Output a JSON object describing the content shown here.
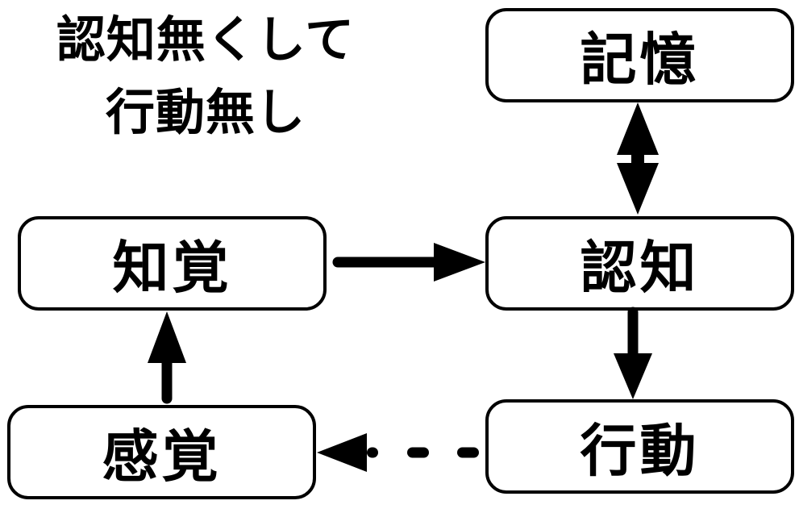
{
  "title": {
    "line1": "認知無くして",
    "line2": "行動無し"
  },
  "nodes": {
    "memory": "記憶",
    "perception": "知覚",
    "cognition": "認知",
    "sensation": "感覚",
    "action": "行動"
  },
  "edges": [
    {
      "from": "memory",
      "to": "cognition",
      "style": "solid",
      "bidirectional": true
    },
    {
      "from": "perception",
      "to": "cognition",
      "style": "solid",
      "bidirectional": false
    },
    {
      "from": "cognition",
      "to": "action",
      "style": "solid",
      "bidirectional": false
    },
    {
      "from": "action",
      "to": "sensation",
      "style": "dashed",
      "bidirectional": false
    },
    {
      "from": "sensation",
      "to": "perception",
      "style": "solid",
      "bidirectional": false
    }
  ],
  "colors": {
    "stroke": "#000000",
    "fill": "#ffffff"
  }
}
